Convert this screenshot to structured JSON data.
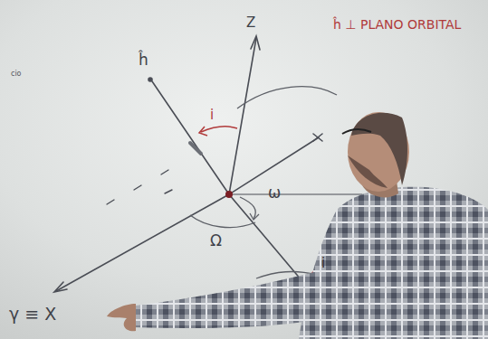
{
  "diagram": {
    "labels": [
      "ĥ ⊥ PLANO ORBITAL",
      "Z",
      "ĥ",
      "i",
      "ω",
      "Ω",
      "i",
      "γ ≡ X",
      "cio"
    ]
  }
}
